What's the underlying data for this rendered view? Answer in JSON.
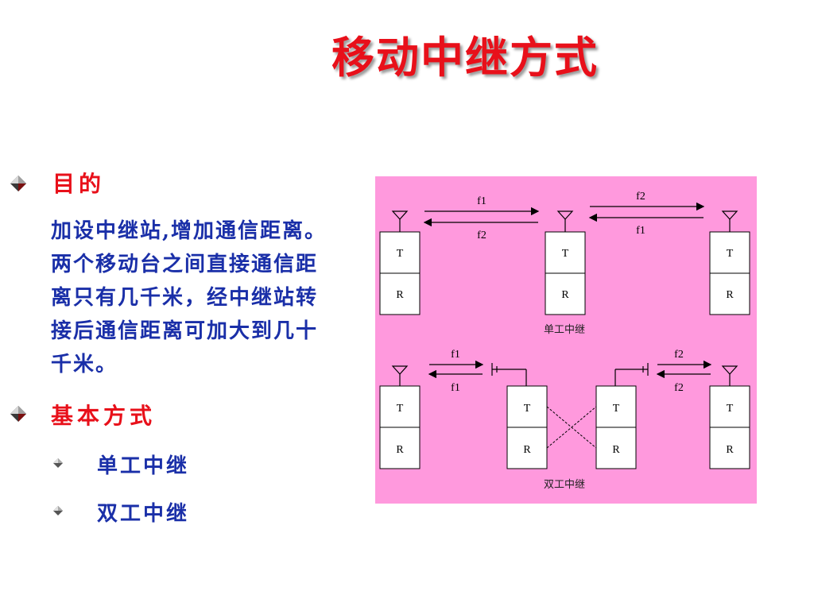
{
  "title": "移动中继方式",
  "section_purpose": {
    "heading": "目的",
    "lines": [
      "加设中继站,增加通信距离。",
      "两个移动台之间直接通信距",
      "离只有几千米，经中继站转",
      "接后通信距离可加大到几十",
      "千米。"
    ]
  },
  "section_methods": {
    "heading": "基本方式",
    "items": [
      "单工中继",
      "双工中继"
    ]
  },
  "diagram": {
    "transmitter_label": "T",
    "receiver_label": "R",
    "simplex": {
      "caption": "单工中继",
      "left_upper_freq": "f1",
      "left_lower_freq": "f2",
      "right_upper_freq": "f2",
      "right_lower_freq": "f1"
    },
    "duplex": {
      "caption": "双工中继",
      "left_upper_freq": "f1",
      "left_lower_freq": "f1",
      "right_upper_freq": "f2",
      "right_lower_freq": "f2"
    },
    "colors": {
      "background": "#ff99dd",
      "box": "#ffffff"
    }
  }
}
